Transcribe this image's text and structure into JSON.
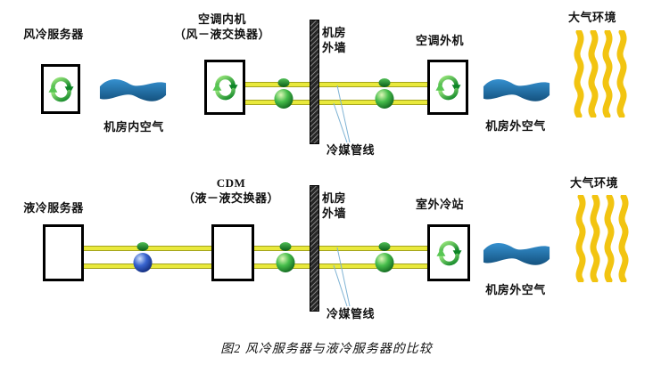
{
  "figure": {
    "caption": "图2  风冷服务器与液冷服务器的比较"
  },
  "colors": {
    "pipe_yellow": "#e9e93c",
    "wave_blue": "#1d74b8",
    "atmosphere_yellow": "#f2c411",
    "cycle_green": "#18942c",
    "pump_green": "#2ba83f",
    "pump_blue": "#2a52b8",
    "wall_dark": "#262626"
  },
  "icons": {
    "cycle": "circular green recycling arrows (heat exchange cycle)",
    "pump_green": "green glossy sphere pump on pipes",
    "pump_blue": "blue glossy sphere pump on coolant pipes",
    "air_wave": "blue horizontal wavy band (air flow)",
    "atmosphere_waves": "four yellow vertical wavy lines (atmosphere)"
  },
  "rows": {
    "air_cooled": {
      "server": "风冷服务器",
      "indoor_air": "机房内空气",
      "indoor_unit_line1": "空调内机",
      "indoor_unit_line2": "（风－液交换器）",
      "wall_line1": "机房",
      "wall_line2": "外墙",
      "refrigerant": "冷媒管线",
      "outdoor_unit": "空调外机",
      "outdoor_air": "机房外空气",
      "atmosphere": "大气环境"
    },
    "liquid_cooled": {
      "server": "液冷服务器",
      "cdm_line1": "CDM",
      "cdm_line2": "（液－液交换器）",
      "wall_line1": "机房",
      "wall_line2": "外墙",
      "refrigerant": "冷媒管线",
      "cooling_station": "室外冷站",
      "outdoor_air": "机房外空气",
      "atmosphere": "大气环境"
    }
  }
}
